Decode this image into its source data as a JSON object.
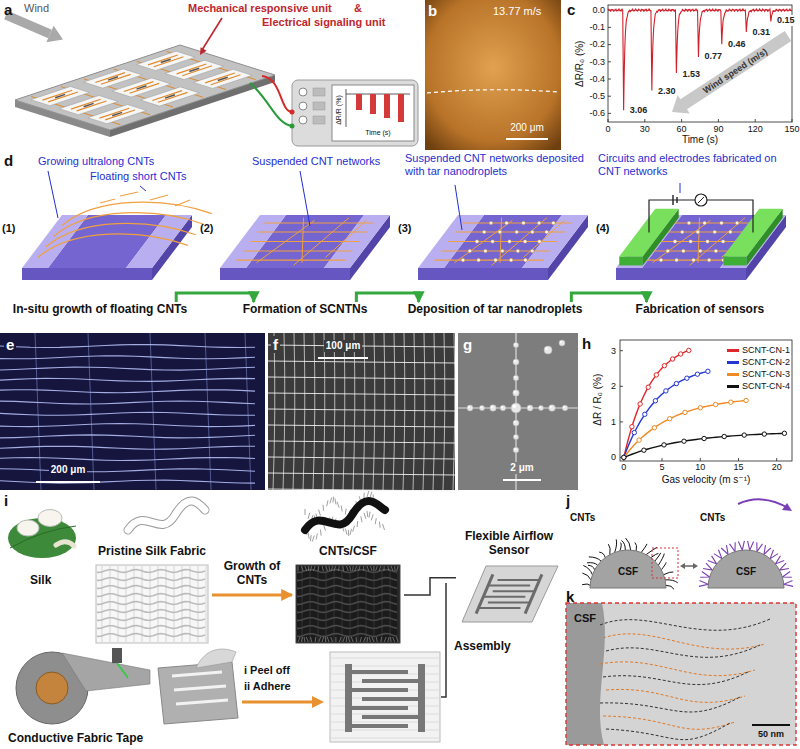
{
  "diagram": {
    "nodes": [
      {
        "text": [
          "In-situ growth of floating CNTs"
        ]
      },
      {
        "text": [
          "Formation of SCNTNs"
        ]
      },
      {
        "text": [
          "Deposition of tar nanodroplets"
        ]
      },
      {
        "text": [
          "Fabrication of sensors"
        ]
      },
      {
        "text": [
          "Pristine Silk Fabric"
        ]
      },
      {
        "text": [
          "CNTs/CSF"
        ]
      },
      {
        "text": [
          "Flexible Airflow Sensor"
        ]
      }
    ],
    "edges": [
      {
        "from": 0,
        "to": 1,
        "arrow": "to"
      },
      {
        "from": 1,
        "to": 2,
        "arrow": "to"
      },
      {
        "from": 2,
        "to": 3,
        "arrow": "to"
      },
      {
        "from": 4,
        "to": 5,
        "arrow": "to",
        "label": "Growth of CNTs"
      },
      {
        "from": 5,
        "to": 6,
        "arrow": "none"
      }
    ],
    "labels": [
      "a",
      "Wind",
      "Mechanical responsive unit",
      "&",
      "Electrical signaling unit",
      "ΔR/R (%)",
      "Time (s)",
      "b",
      "13.77 m/s",
      "200 μm",
      "c",
      "ΔR/R₀ (%)",
      "0.0",
      "-0.1",
      "-0.2",
      "-0.3",
      "-0.4",
      "-0.5",
      "-0.6",
      "0",
      "30",
      "60",
      "90",
      "120",
      "150",
      "Time (s)",
      "3.06",
      "2.30",
      "1.53",
      "0.77",
      "0.46",
      "0.31",
      "0.15",
      "Wind speed (m/s)",
      "d",
      "Growing ultralong CNTs",
      "Floating short CNTs",
      "Suspended CNT networks",
      "Suspended CNT networks deposited with tar nanodroplets",
      "Circuits and electrodes fabricated on CNT networks",
      "(1)",
      "(2)",
      "(3)",
      "(4)",
      "e",
      "200 μm",
      "f",
      "100 μm",
      "g",
      "2 μm",
      "h",
      "ΔR / R₀ (%)",
      "0",
      "1",
      "2",
      "3",
      "0",
      "5",
      "10",
      "15",
      "20",
      "Gas velocity (m s⁻¹)",
      "i",
      "Silk",
      "Conductive Fabric Tape",
      "i Peel off",
      "ii Adhere",
      "Assembly",
      "j",
      "CNTs",
      "CSF",
      "CNTs",
      "CSF",
      "k",
      "CSF",
      "50 nm"
    ],
    "legend": [
      {
        "text": "SCNT-CN-1",
        "color": "#e0262a"
      },
      {
        "text": "SCNT-CN-2",
        "color": "#2436d6"
      },
      {
        "text": "SCNT-CN-3",
        "color": "#f08a24"
      },
      {
        "text": "SCNT-CN-4",
        "color": "#111111"
      }
    ]
  }
}
